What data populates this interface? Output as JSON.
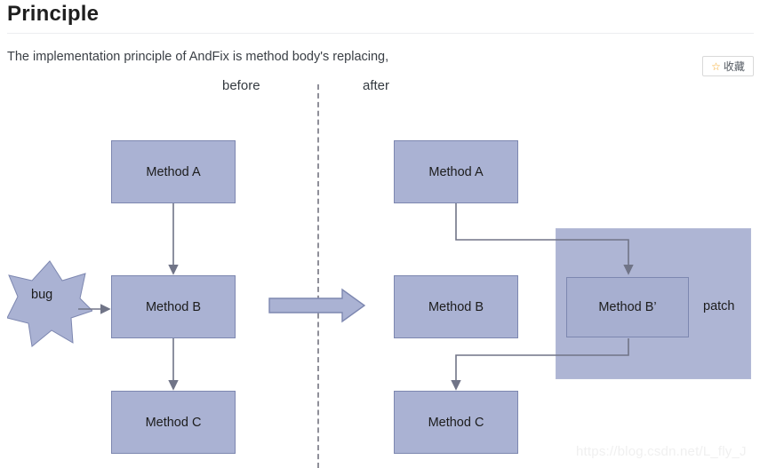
{
  "header": {
    "title": "Principle",
    "intro": "The implementation principle of AndFix is method body's replacing,"
  },
  "favorite": {
    "icon": "star-icon",
    "glyph": "☆",
    "label": "收藏",
    "accent": "#f5a623"
  },
  "diagram": {
    "labels": {
      "before": "before",
      "after": "after",
      "patch": "patch",
      "bug": "bug"
    },
    "colors": {
      "box_fill": "#aab2d3",
      "box_border": "#7d87b0",
      "patch_fill": "#aeb5d4",
      "connector": "#707487",
      "divider": "#8f8f99"
    },
    "before_side": {
      "nodes": [
        {
          "id": "a",
          "label": "Method A"
        },
        {
          "id": "b",
          "label": "Method B"
        },
        {
          "id": "c",
          "label": "Method C"
        }
      ],
      "bug_source": "bug"
    },
    "after_side": {
      "nodes": [
        {
          "id": "a",
          "label": "Method A"
        },
        {
          "id": "b",
          "label": "Method B"
        },
        {
          "id": "c",
          "label": "Method C"
        }
      ],
      "patch_group": {
        "label": "patch",
        "node": {
          "id": "bprime",
          "label": "Method B’"
        }
      }
    },
    "transition_arrow": "block-arrow-right"
  },
  "watermark": "https://blog.csdn.net/L_fly_J"
}
